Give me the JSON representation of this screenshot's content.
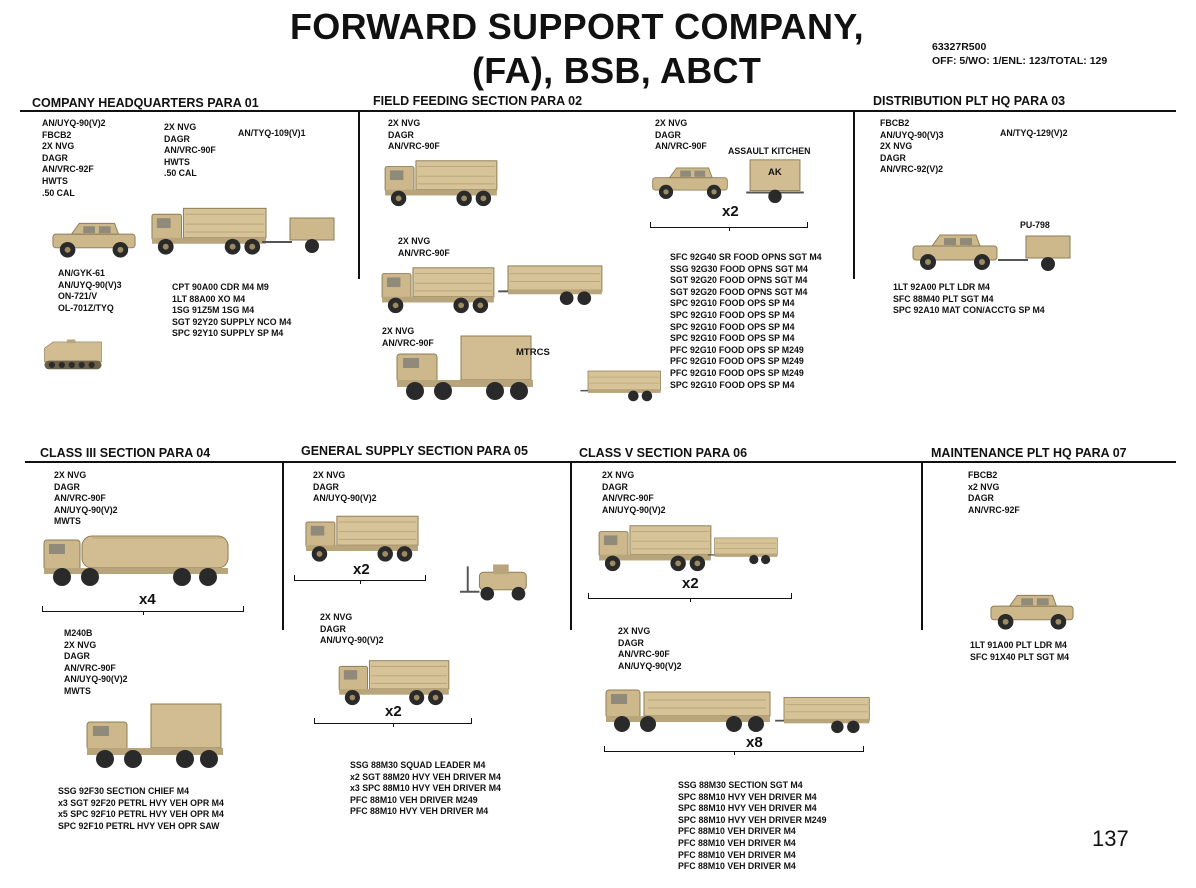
{
  "title": {
    "line1": "FORWARD SUPPORT COMPANY,",
    "line2": "(FA), BSB, ABCT"
  },
  "doc": {
    "code": "63327R500",
    "strength": "OFF: 5/WO: 1/ENL: 123/TOTAL: 129"
  },
  "page_number": "137",
  "sections": {
    "hq": {
      "header": "COMPANY HEADQUARTERS   PARA 01",
      "eq1": [
        "AN/UYQ-90(V)2",
        "FBCB2",
        "2X NVG",
        "DAGR",
        "AN/VRC-92F",
        "HWTS",
        ".50 CAL"
      ],
      "eq2": [
        "2X NVG",
        "DAGR",
        "AN/VRC-90F",
        "HWTS",
        ".50 CAL"
      ],
      "eq3": [
        "AN/TYQ-109(V)1"
      ],
      "eq4": [
        "AN/GYK-61",
        "AN/UYQ-90(V)3",
        "ON-721/V",
        "OL-701Z/TYQ"
      ],
      "personnel": [
        "CPT 90A00 CDR M4 M9",
        "1LT 88A00 XO M4",
        "1SG 91Z5M 1SG M4",
        "SGT 92Y20 SUPPLY NCO M4",
        "SPC 92Y10 SUPPLY SP M4"
      ]
    },
    "ff": {
      "header": "FIELD FEEDING SECTION   PARA 02",
      "eq1": [
        "2X NVG",
        "DAGR",
        "AN/VRC-90F"
      ],
      "eq2": [
        "2X NVG",
        "AN/VRC-90F"
      ],
      "eq3": [
        "2X NVG",
        "AN/VRC-90F"
      ],
      "eq4": [
        "2X NVG",
        "DAGR",
        "AN/VRC-90F"
      ],
      "assault_kitchen": "ASSAULT KITCHEN",
      "ak": "AK",
      "mtrcs": "MTRCS",
      "mult": "x2",
      "personnel": [
        "SFC 92G40 SR FOOD OPNS SGT M4",
        "SSG 92G30 FOOD OPNS SGT M4",
        "SGT 92G20 FOOD OPNS SGT M4",
        "SGT 92G20 FOOD OPNS SGT M4",
        "SPC 92G10 FOOD OPS SP M4",
        "SPC 92G10 FOOD OPS SP M4",
        "SPC 92G10 FOOD OPS SP M4",
        "SPC 92G10 FOOD OPS SP M4",
        "PFC 92G10 FOOD OPS SP M249",
        "PFC 92G10 FOOD OPS SP M249",
        "PFC 92G10 FOOD OPS SP M249",
        "SPC 92G10 FOOD OPS SP M4"
      ]
    },
    "dist": {
      "header": "DISTRIBUTION PLT HQ  PARA 03",
      "eq1": [
        "FBCB2",
        "AN/UYQ-90(V)3",
        "2X NVG",
        "DAGR",
        "AN/VRC-92(V)2"
      ],
      "eq2": [
        "AN/TYQ-129(V)2"
      ],
      "pu": "PU-798",
      "personnel": [
        "1LT 92A00 PLT LDR M4",
        "SFC 88M40 PLT SGT M4",
        "SPC 92A10 MAT CON/ACCTG SP M4"
      ]
    },
    "c3": {
      "header": "CLASS III SECTION  PARA 04",
      "eq1": [
        "2X NVG",
        "DAGR",
        "AN/VRC-90F",
        "AN/UYQ-90(V)2",
        "MWTS"
      ],
      "mult": "x4",
      "eq2": [
        "M240B",
        "2X NVG",
        "DAGR",
        "AN/VRC-90F",
        "AN/UYQ-90(V)2",
        "MWTS"
      ],
      "personnel": [
        "SSG 92F30 SECTION CHIEF M4",
        "x3 SGT 92F20 PETRL HVY VEH OPR M4",
        "x5 SPC 92F10 PETRL HVY VEH OPR M4",
        "SPC 92F10 PETRL HVY VEH OPR SAW"
      ]
    },
    "gs": {
      "header": "GENERAL SUPPLY SECTION  PARA 05",
      "eq1": [
        "2X NVG",
        "DAGR",
        "AN/UYQ-90(V)2"
      ],
      "mult1": "x2",
      "eq2": [
        "2X NVG",
        "DAGR",
        "AN/UYQ-90(V)2"
      ],
      "mult2": "x2",
      "personnel": [
        "SSG 88M30 SQUAD LEADER M4",
        "x2 SGT 88M20 HVY VEH DRIVER M4",
        "x3 SPC 88M10 HVY VEH DRIVER M4",
        "PFC 88M10 VEH DRIVER M249",
        "PFC 88M10 HVY VEH DRIVER M4"
      ]
    },
    "c5": {
      "header": "CLASS V SECTION  PARA 06",
      "eq1": [
        "2X NVG",
        "DAGR",
        "AN/VRC-90F",
        "AN/UYQ-90(V)2"
      ],
      "mult1": "x2",
      "eq2": [
        "2X NVG",
        "DAGR",
        "AN/VRC-90F",
        "AN/UYQ-90(V)2"
      ],
      "mult2": "x8",
      "personnel": [
        "SSG 88M30 SECTION SGT M4",
        "SPC 88M10 HVY VEH DRIVER M4",
        "SPC 88M10 HVY VEH DRIVER M4",
        "SPC 88M10 HVY VEH DRIVER M249",
        "PFC 88M10 VEH DRIVER M4",
        "PFC 88M10 VEH DRIVER M4",
        "PFC 88M10 VEH DRIVER M4",
        "PFC 88M10 VEH DRIVER M4"
      ]
    },
    "mnt": {
      "header": "MAINTENANCE PLT  HQ  PARA 07",
      "eq1": [
        "FBCB2",
        "x2 NVG",
        "DAGR",
        "AN/VRC-92F"
      ],
      "personnel": [
        "1LT 91A00 PLT LDR M4",
        "SFC 91X40 PLT SGT M4"
      ]
    }
  },
  "colors": {
    "tan": "#cdb88c",
    "tan_dark": "#9d8a62",
    "tire": "#2a2a2a",
    "line": "#111111"
  }
}
